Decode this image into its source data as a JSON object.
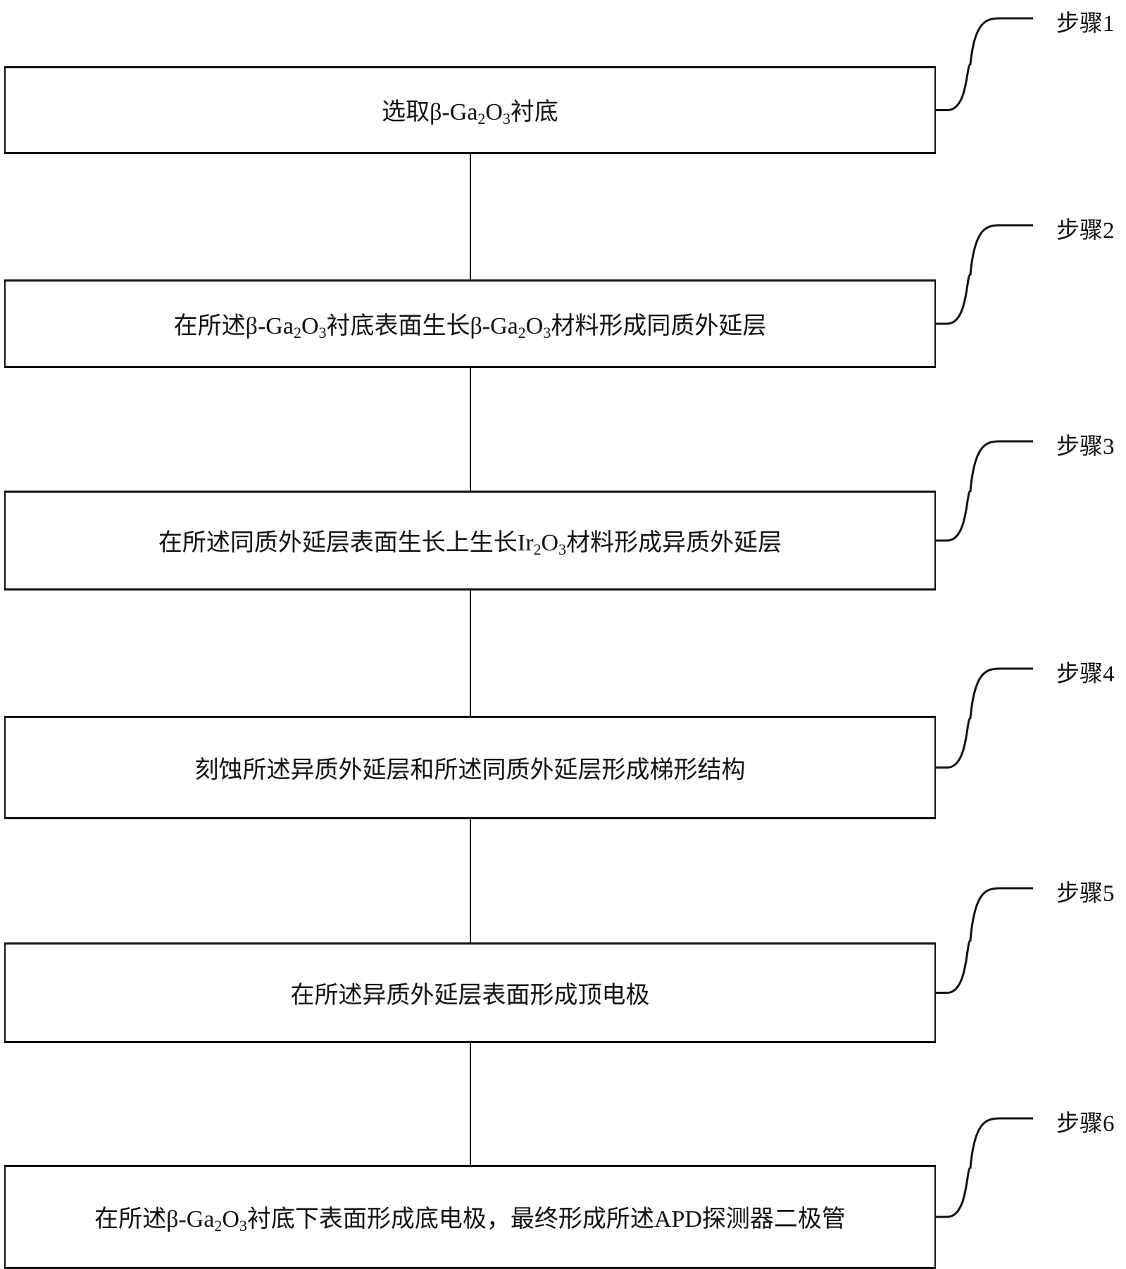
{
  "steps": [
    {
      "label": "步骤1",
      "segments": [
        {
          "t": "选取β-Ga"
        },
        {
          "sub": "2"
        },
        {
          "t": "O"
        },
        {
          "sub": "3"
        },
        {
          "t": "衬底"
        }
      ]
    },
    {
      "label": "步骤2",
      "segments": [
        {
          "t": "在所述β-Ga"
        },
        {
          "sub": "2"
        },
        {
          "t": "O"
        },
        {
          "sub": "3"
        },
        {
          "t": "衬底表面生长β-Ga"
        },
        {
          "sub": "2"
        },
        {
          "t": "O"
        },
        {
          "sub": "3"
        },
        {
          "t": "材料形成同质外延层"
        }
      ]
    },
    {
      "label": "步骤3",
      "segments": [
        {
          "t": "在所述同质外延层表面生长上生长Ir"
        },
        {
          "sub": "2"
        },
        {
          "t": "O"
        },
        {
          "sub": "3"
        },
        {
          "t": "材料形成异质外延层"
        }
      ]
    },
    {
      "label": "步骤4",
      "segments": [
        {
          "t": "刻蚀所述异质外延层和所述同质外延层形成梯形结构"
        }
      ]
    },
    {
      "label": "步骤5",
      "segments": [
        {
          "t": "在所述异质外延层表面形成顶电极"
        }
      ]
    },
    {
      "label": "步骤6",
      "segments": [
        {
          "t": "在所述β-Ga"
        },
        {
          "sub": "2"
        },
        {
          "t": "O"
        },
        {
          "sub": "3"
        },
        {
          "t": "衬底下表面形成底电极，最终形成所述APD探测器二极管"
        }
      ]
    }
  ]
}
